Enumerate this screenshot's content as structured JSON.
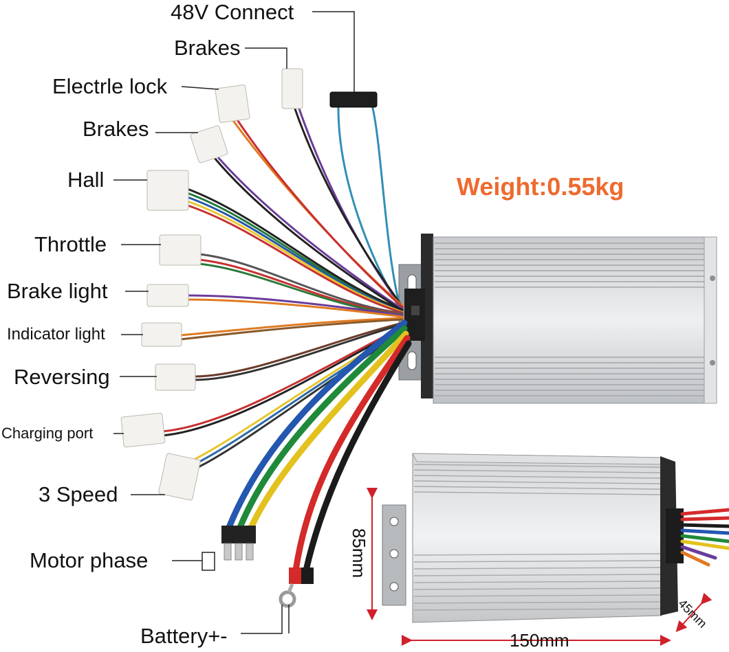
{
  "labels": {
    "connect_48v": "48V Connect",
    "brakes_top": "Brakes",
    "electric_lock": "Electrle lock",
    "brakes_second": "Brakes",
    "hall": "Hall",
    "throttle": "Throttle",
    "brake_light": "Brake light",
    "indicator_light": "Indicator light",
    "reversing": "Reversing",
    "charging_port": "Charging port",
    "three_speed": "3 Speed",
    "motor_phase": "Motor phase",
    "battery": "Battery+-"
  },
  "weight": "Weight:0.55kg",
  "dimensions": {
    "height": "85mm",
    "length": "150mm",
    "depth": "45mm"
  },
  "colors": {
    "weight_text": "#ee6a2e",
    "dimension_arrows": "#d0202a",
    "housing": "#d6d8da",
    "end_cap": "#2b2b2b"
  }
}
